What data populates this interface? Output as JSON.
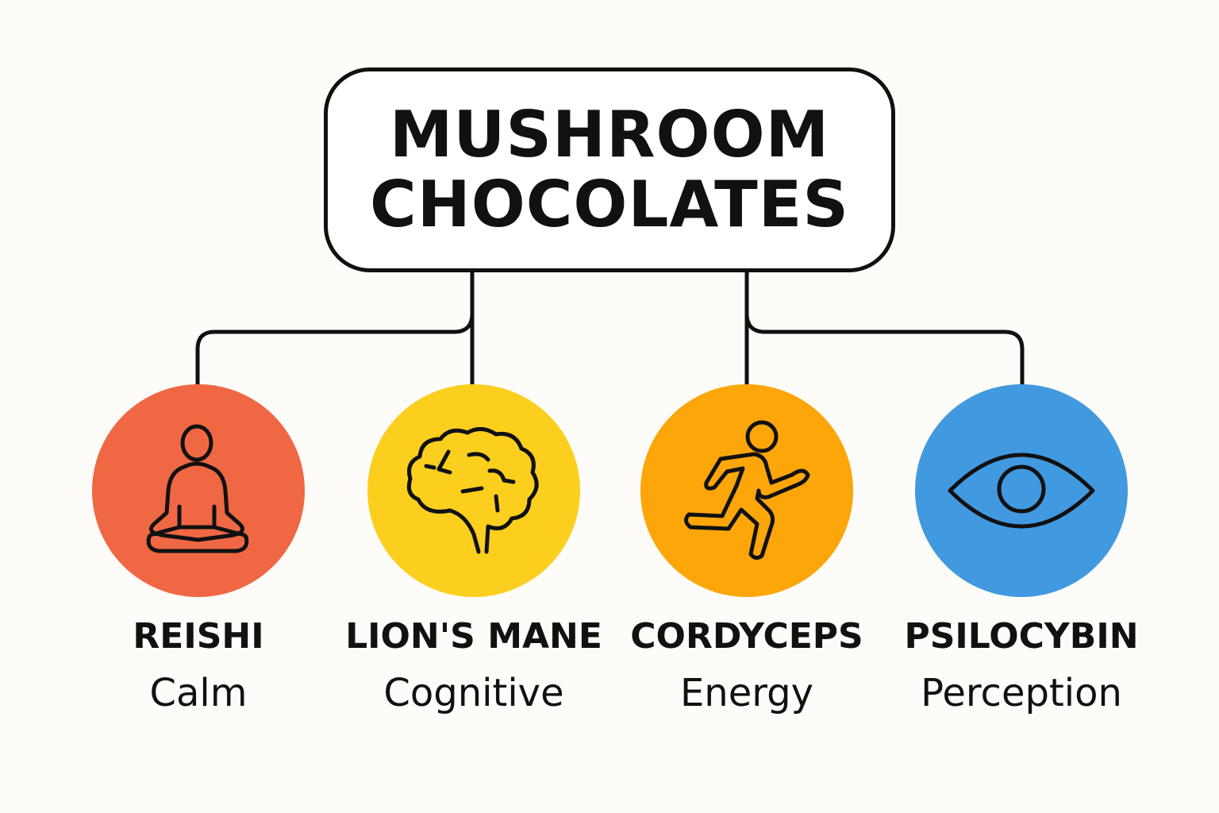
{
  "title": {
    "line1": "MUSHROOM",
    "line2": "CHOCOLATES"
  },
  "nodes": [
    {
      "name": "REISHI",
      "effect": "Calm",
      "color": "#f06843",
      "icon": "meditation-icon"
    },
    {
      "name": "LION'S MANE",
      "effect": "Cognitive",
      "color": "#fccf1f",
      "icon": "brain-icon"
    },
    {
      "name": "CORDYCEPS",
      "effect": "Energy",
      "color": "#fca60a",
      "icon": "running-person-icon"
    },
    {
      "name": "PSILOCYBIN",
      "effect": "Perception",
      "color": "#4199e0",
      "icon": "eye-icon"
    }
  ]
}
